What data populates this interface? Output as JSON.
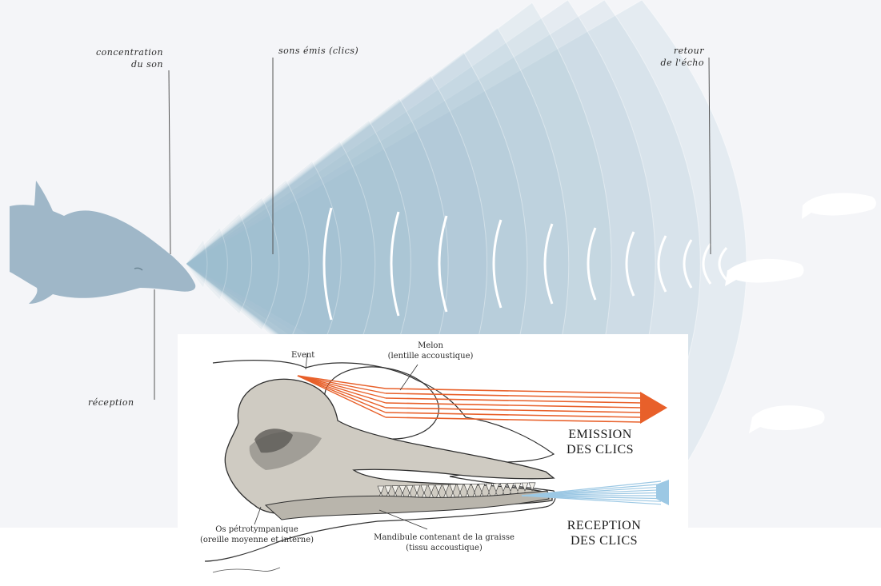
{
  "labels": {
    "concentration_l1": "concentration",
    "concentration_l2": "du son",
    "sons_emis": "sons émis (clics)",
    "retour_l1": "retour",
    "retour_l2": "de l'écho",
    "reception": "réception"
  },
  "inset": {
    "event": "Event",
    "melon_l1": "Melon",
    "melon_l2": "(lentille accoustique)",
    "emission_l1": "EMISSION",
    "emission_l2": "DES CLICS",
    "reception_l1": "RECEPTION",
    "reception_l2": "DES CLICS",
    "os_l1": "Os pétrotympanique",
    "os_l2": "(oreille moyenne et interne)",
    "mandibule_l1": "Mandibule contenant de la graisse",
    "mandibule_l2": "(tissu accoustique)"
  },
  "colors": {
    "wave": "#a9c3d1",
    "background": "#f4f5f8",
    "dolphin": "#9fb7c8",
    "emission_rays": "#e8602a",
    "reception_cone": "#9cc8e4"
  }
}
